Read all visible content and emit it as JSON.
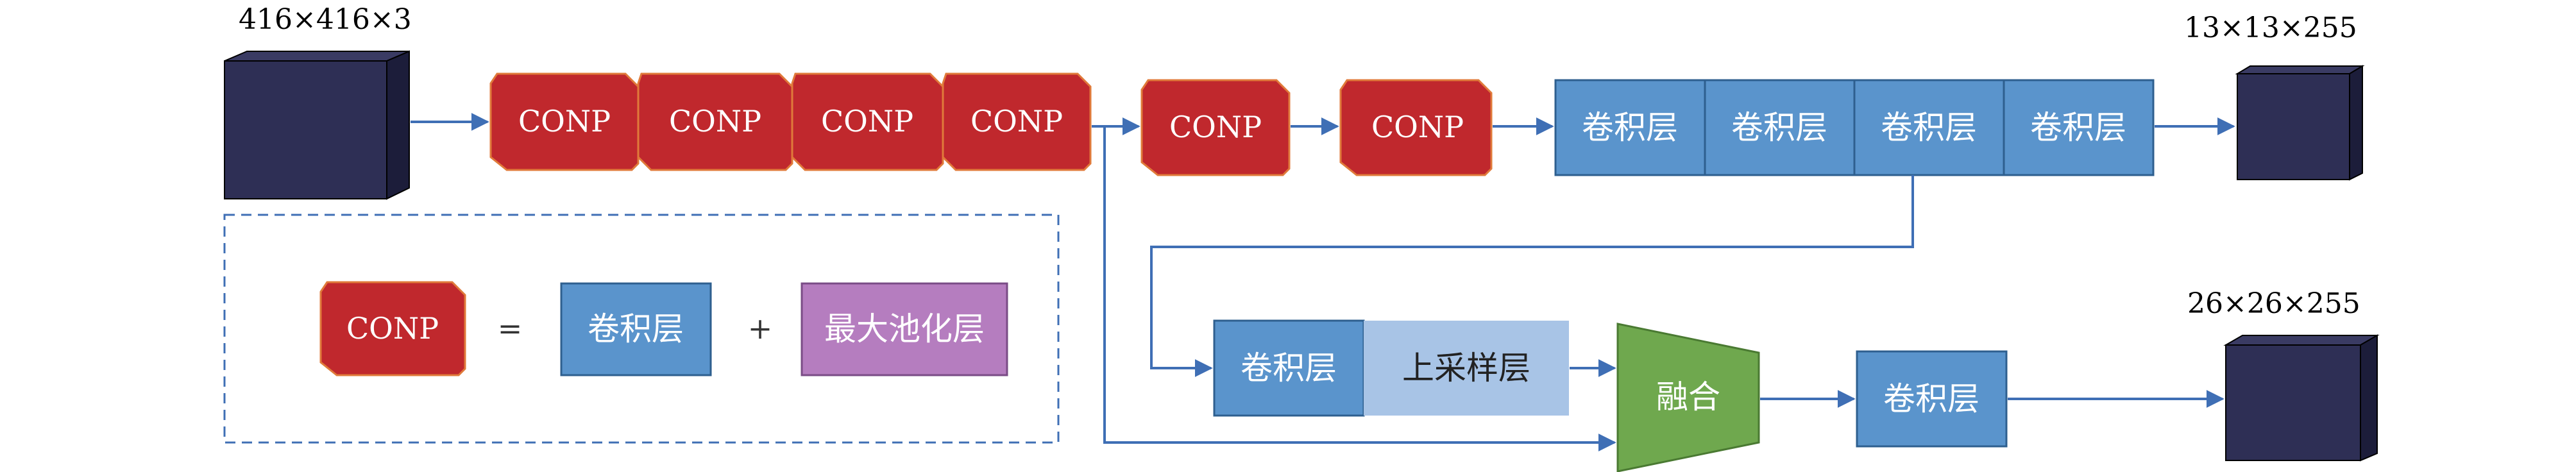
{
  "input": {
    "dims": "416×416×3"
  },
  "outputs": [
    {
      "dims": "13×13×255"
    },
    {
      "dims": "26×26×255"
    }
  ],
  "conp_label": "CONP",
  "conv_label": "卷积层",
  "upsample_label": "上采样层",
  "fusion_label": "融合",
  "legend": {
    "conp": "CONP",
    "equals": "=",
    "conv": "卷积层",
    "plus": "+",
    "maxpool": "最大池化层"
  },
  "colors": {
    "conp": "#C0282D",
    "conp_border": "#E07A3A",
    "conv": "#5A94CC",
    "conv_border": "#2E5F8F",
    "upsample": "#A8C4E6",
    "maxpool": "#B57DBF",
    "maxpool_border": "#7A4C86",
    "fusion": "#6FA84E",
    "fusion_border": "#4A7A32",
    "cube": "#2E2F55",
    "arrow": "#3F6FB5",
    "legend_border": "#3F6FB5"
  }
}
